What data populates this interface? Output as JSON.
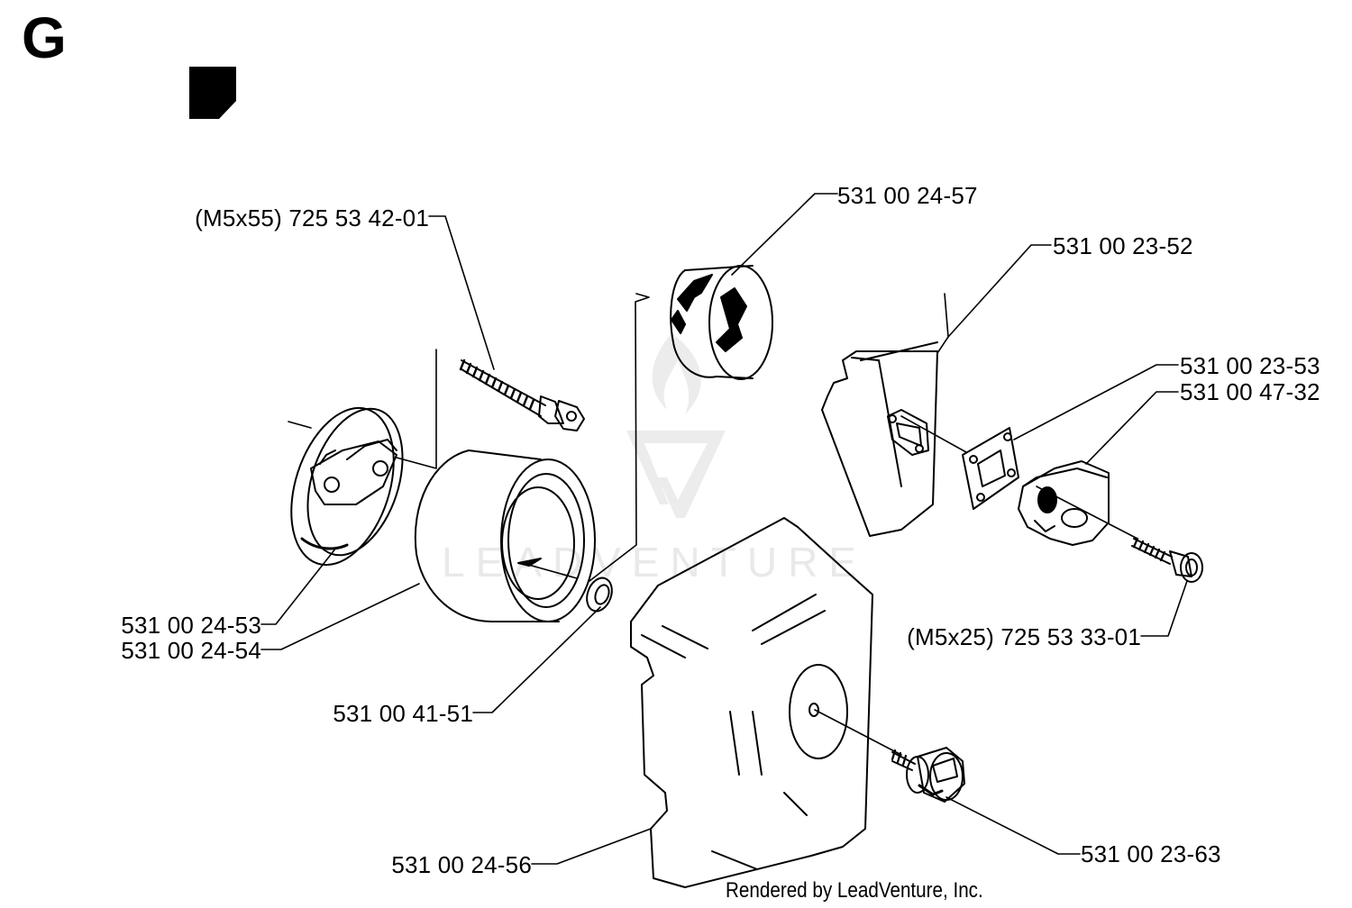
{
  "section_letter": "G",
  "watermark_text": "LEADVENTURE",
  "credit": "Rendered by LeadVenture, Inc.",
  "parts": {
    "screw_m5x55": "(M5x55) 725 53 42-01",
    "p_531_00_24_57": "531 00 24-57",
    "p_531_00_23_52": "531 00 23-52",
    "p_531_00_23_53": "531 00 23-53",
    "p_531_00_47_32": "531 00 47-32",
    "p_531_00_24_53": "531 00 24-53",
    "p_531_00_24_54": "531 00 24-54",
    "screw_m5x25": "(M5x25) 725 53 33-01",
    "p_531_00_41_51": "531 00 41-51",
    "p_531_00_24_56": "531 00 24-56",
    "p_531_00_23_63": "531 00 23-63"
  }
}
